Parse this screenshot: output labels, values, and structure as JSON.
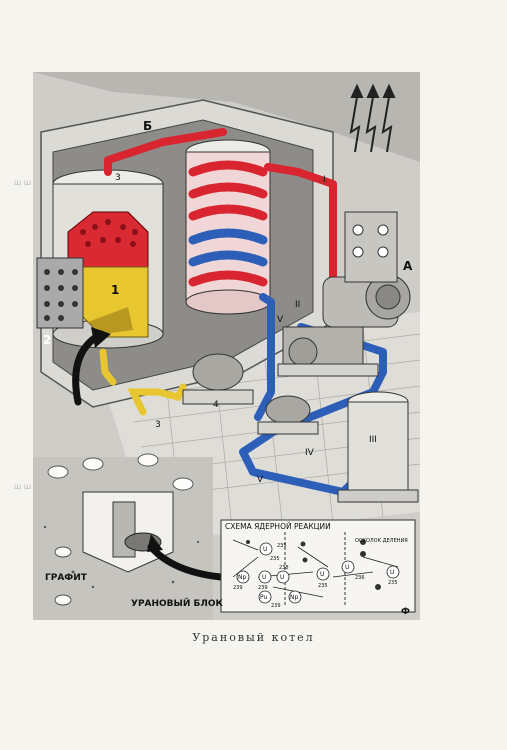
{
  "figure": {
    "caption": "Урановый котел",
    "labels": {
      "b": "Б",
      "a": "А",
      "n1": "1",
      "n2": "2",
      "n3_top": "3",
      "n3_bottom": "3",
      "n4": "4",
      "r1": "I",
      "r2": "II",
      "r3": "III",
      "r4": "IV",
      "r5a": "V",
      "r5b": "V",
      "graphite": "ГРАФИТ",
      "uranium_block": "УРАНОВЫЙ БЛОК",
      "scheme_title": "СХЕМА ЯДЕРНОЙ РЕАКЦИИ",
      "fragment": "ОСКОЛОК ДЕЛЕНИЯ",
      "u": "U",
      "np": "Np",
      "pu": "Pu",
      "n235a": "235",
      "n235b": "235",
      "n235c": "235",
      "n235d": "235",
      "n239a": "239",
      "n239b": "239",
      "n239c": "239",
      "n238": "238",
      "n236": "236",
      "signature": "Ф"
    },
    "colors": {
      "hot_pipe": "#d8252f",
      "cold_pipe": "#2d5fb8",
      "uranium": "#e8c630",
      "core": "#d92a34"
    }
  }
}
